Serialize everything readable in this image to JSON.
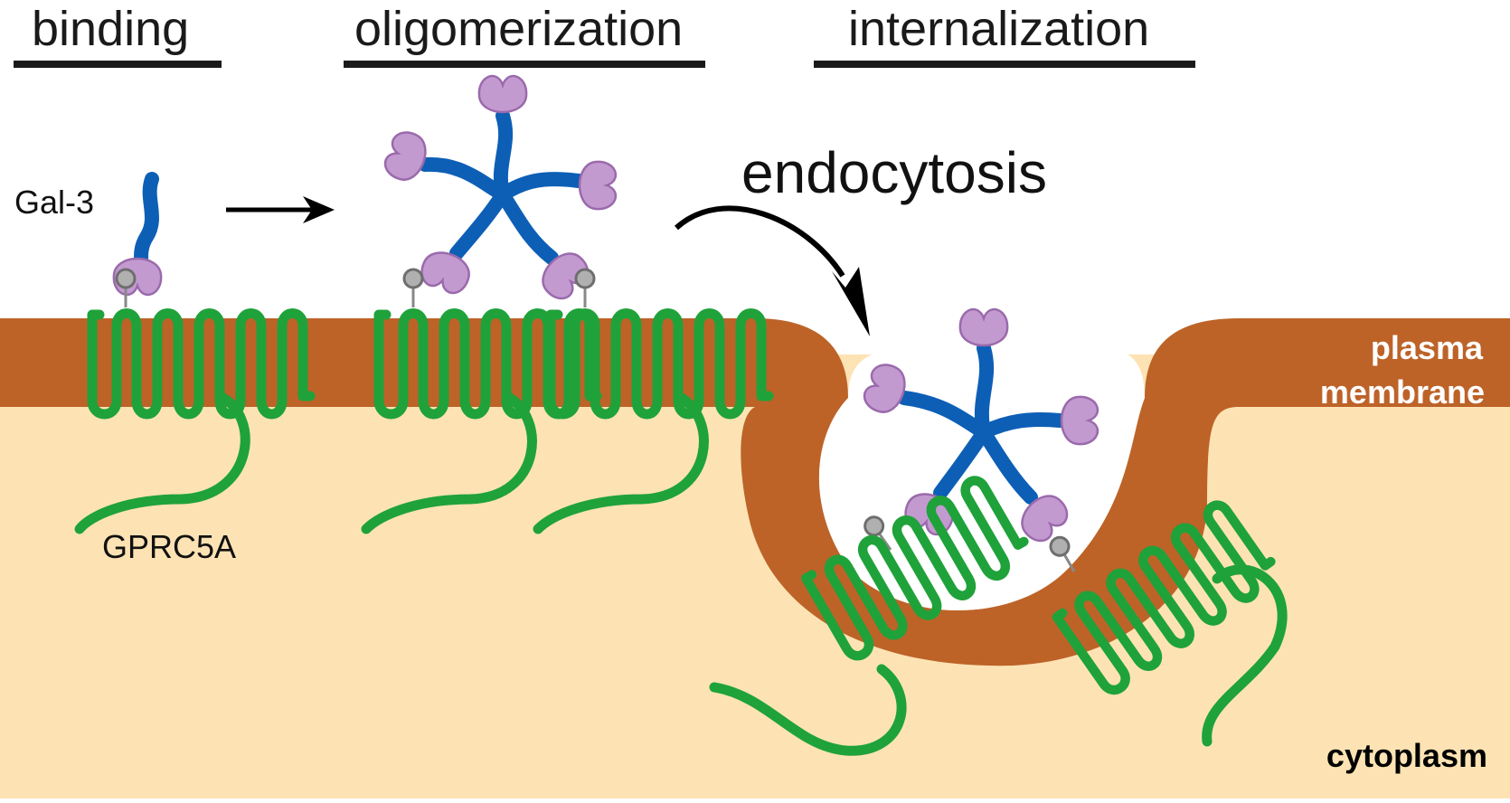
{
  "stages": {
    "binding": "binding",
    "oligomerization": "oligomerization",
    "internalization": "internalization"
  },
  "labels": {
    "gal3": "Gal-3",
    "gprc5a": "GPRC5A",
    "endocytosis": "endocytosis",
    "plasma_line1": "plasma",
    "plasma_line2": "membrane",
    "cytoplasm": "cytoplasm"
  },
  "colors": {
    "membrane": "#bd6328",
    "cytoplasm": "#fde3b4",
    "receptor": "#1fa23a",
    "galectin_linker": "#0d5fb6",
    "galectin_crd": "#c39ad0",
    "glycan": "#b0b0b0"
  }
}
